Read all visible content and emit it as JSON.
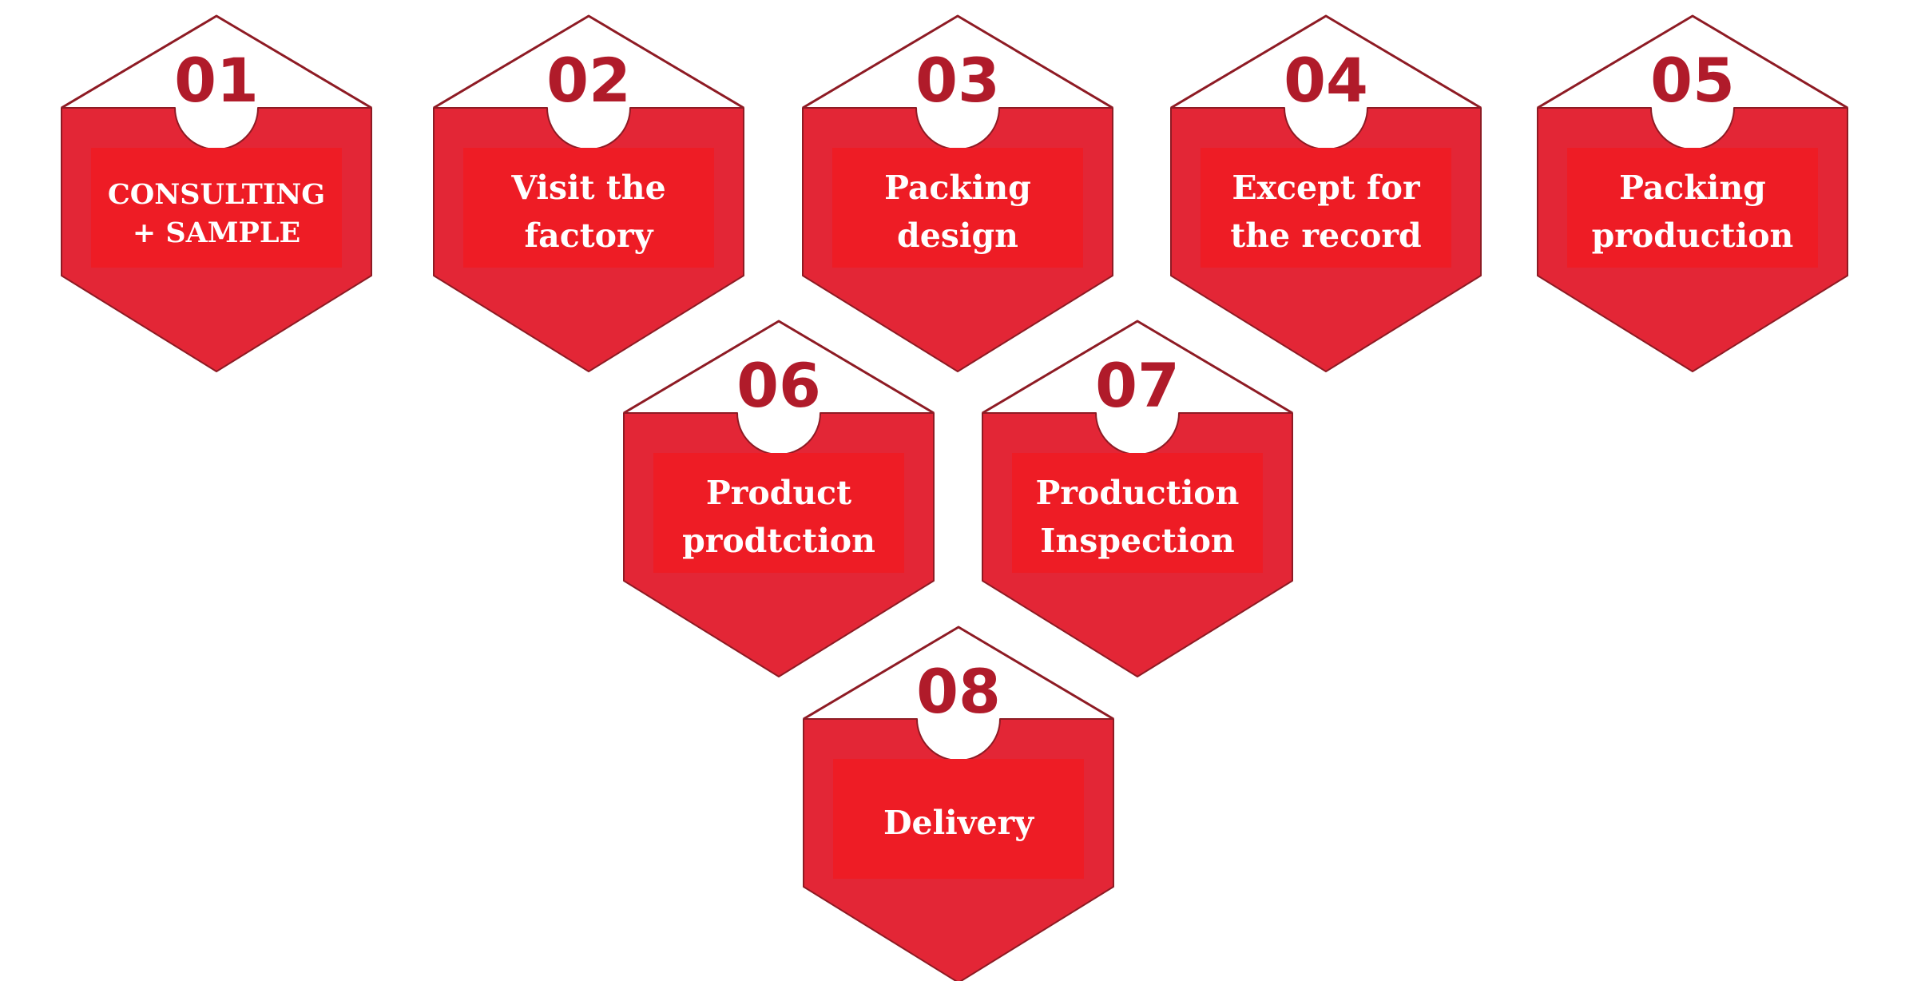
{
  "colors": {
    "primary_red": "#E32636",
    "label_red": "#EE1C25",
    "number_red": "#B01B2A",
    "outline": "#8E1B24",
    "background": "#FFFFFF",
    "text_light": "#FFFFFF"
  },
  "steps": [
    {
      "number": "01",
      "label_lines": [
        "CONSULTING",
        "+ SAMPLE"
      ]
    },
    {
      "number": "02",
      "label_lines": [
        "Visit the",
        "factory"
      ]
    },
    {
      "number": "03",
      "label_lines": [
        "Packing",
        "design"
      ]
    },
    {
      "number": "04",
      "label_lines": [
        "Except for",
        "the record"
      ]
    },
    {
      "number": "05",
      "label_lines": [
        "Packing",
        "production"
      ]
    },
    {
      "number": "06",
      "label_lines": [
        "Product",
        "prodtction"
      ]
    },
    {
      "number": "07",
      "label_lines": [
        "Production",
        "Inspection"
      ]
    },
    {
      "number": "08",
      "label_lines": [
        "Delivery"
      ]
    }
  ]
}
